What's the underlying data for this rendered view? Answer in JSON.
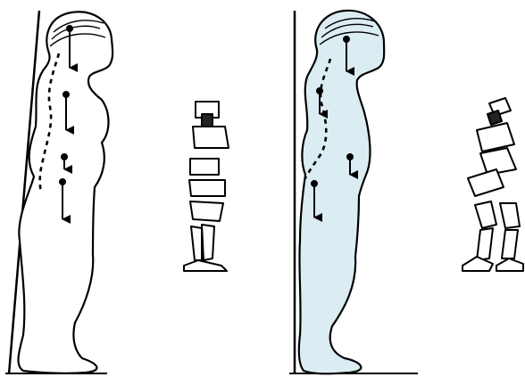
{
  "diagram": {
    "description_text": "",
    "colors": {
      "ink": "#000000",
      "paper": "#ffffff",
      "poor_posture_fill": "#dcecf3",
      "block_shade": "#222222"
    },
    "panels": [
      {
        "id": "good-posture",
        "figure": "standing-child-profile",
        "wall": true,
        "plumb_arrows": 4,
        "spine_line": "dashed",
        "block_stack": "aligned",
        "fill": "paper"
      },
      {
        "id": "poor-posture",
        "figure": "standing-child-profile",
        "wall": true,
        "plumb_arrows": 4,
        "spine_line": "dashed",
        "block_stack": "misaligned",
        "fill": "poor_posture_fill"
      }
    ]
  }
}
